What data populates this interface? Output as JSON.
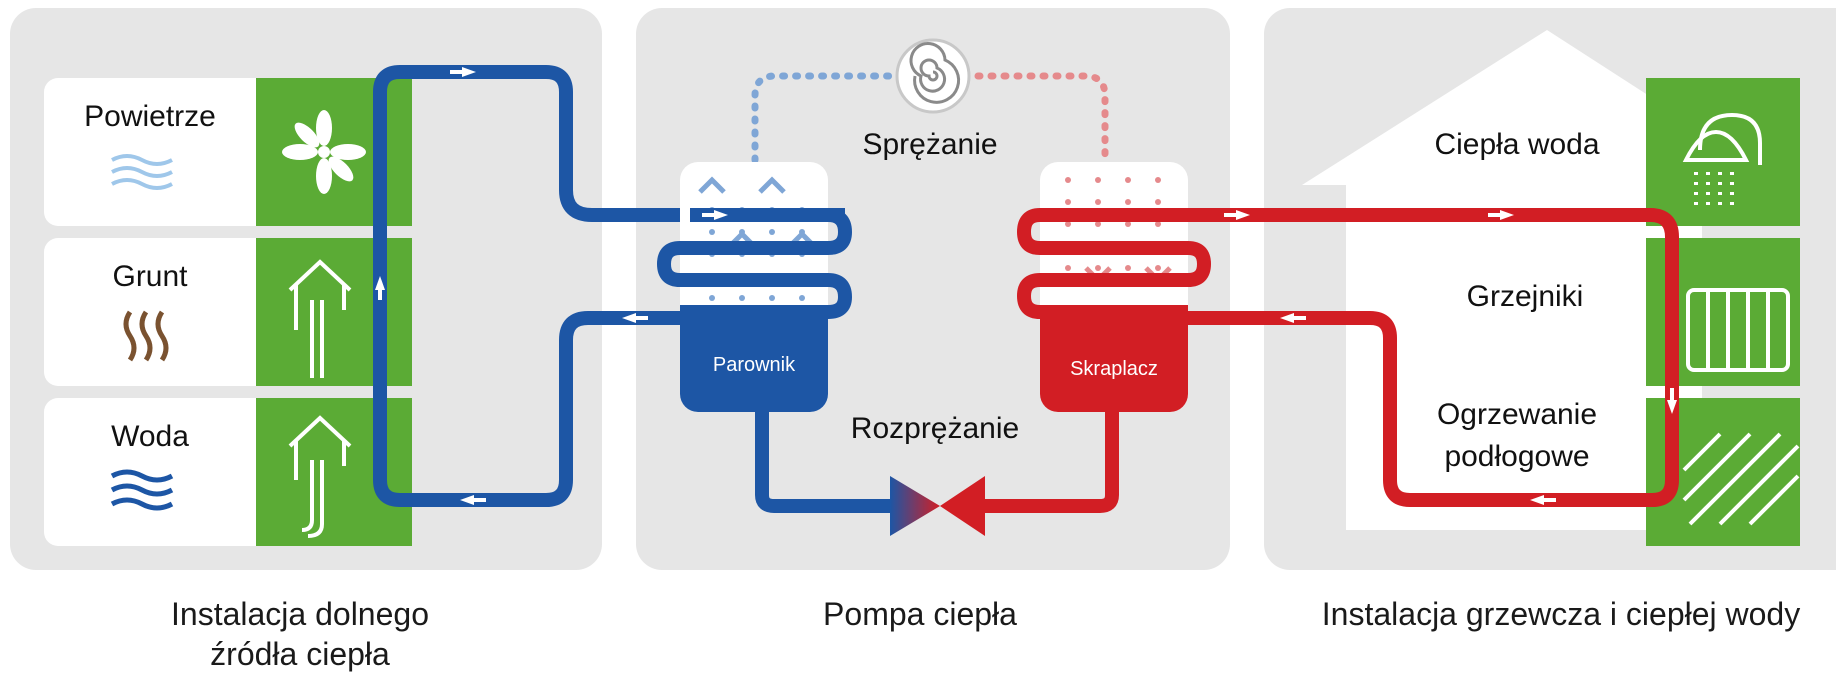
{
  "sources": [
    {
      "label": "Powietrze",
      "icon": "fan-icon",
      "mini_icon": "air-waves-icon"
    },
    {
      "label": "Grunt",
      "icon": "ground-loop-icon",
      "mini_icon": "ground-waves-icon"
    },
    {
      "label": "Woda",
      "icon": "well-loop-icon",
      "mini_icon": "water-waves-icon"
    }
  ],
  "pump": {
    "compression": "Sprężanie",
    "expansion": "Rozprężanie",
    "evaporator": "Parownik",
    "condenser": "Skraplacz"
  },
  "receivers": {
    "hot_water": "Ciepła woda",
    "radiators": "Grzejniki",
    "floor_heating_line1": "Ogrzewanie",
    "floor_heating_line2": "podłogowe"
  },
  "captions": {
    "left_line1": "Instalacja dolnego",
    "left_line2": "źródła ciepła",
    "middle": "Pompa ciepła",
    "right": "Instalacja grzewcza i ciepłej wody"
  },
  "colors": {
    "cold_loop": "#1d56a5",
    "hot_loop": "#d21e24",
    "green": "#5bab35",
    "panel": "#e6e6e6"
  }
}
